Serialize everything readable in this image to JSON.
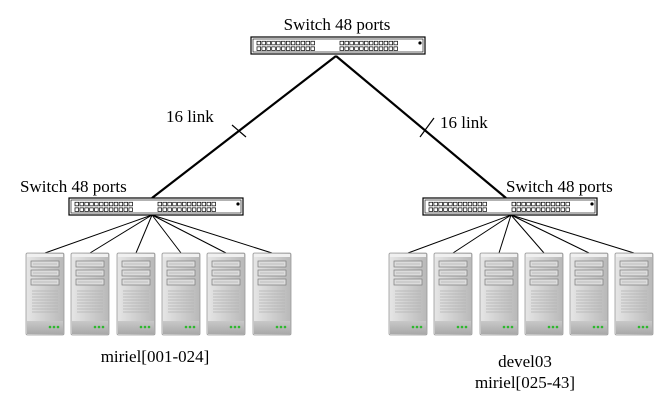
{
  "switches": {
    "top": {
      "label": "Switch 48 ports"
    },
    "left": {
      "label": "Switch 48 ports"
    },
    "right": {
      "label": "Switch 48 ports"
    }
  },
  "links": {
    "left": {
      "label": "16 link"
    },
    "right": {
      "label": "16 link"
    }
  },
  "groups": {
    "left": {
      "line1": "miriel[001-024]"
    },
    "right": {
      "line1": "devel03",
      "line2": "miriel[025-43]"
    }
  },
  "colors": {
    "line": "#000000",
    "server_body": "#d2d2d2",
    "server_led": "#2db82d"
  },
  "icons": {
    "switch": "switch-icon",
    "server": "server-icon"
  }
}
